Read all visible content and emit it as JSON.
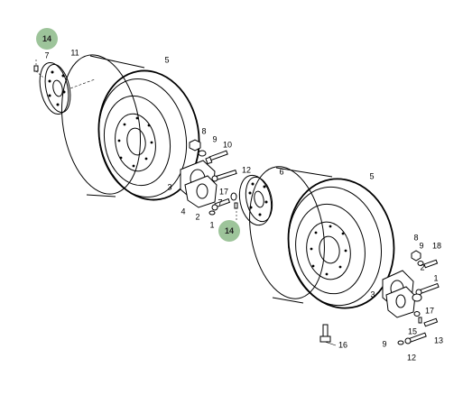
{
  "highlight_color": "#9dc49a",
  "callouts": {
    "top_left": "14",
    "middle": "14"
  },
  "labels": {
    "l7_top": "7",
    "l11": "11",
    "l5_top": "5",
    "l8_mid": "8",
    "l9_mid": "9",
    "l10": "10",
    "l12_mid": "12",
    "l6": "6",
    "l17_mid": "17",
    "l7_mid": "7",
    "l3_mid": "3",
    "l4": "4",
    "l2_mid": "2",
    "l1_mid": "1",
    "l5_right": "5",
    "l8_right": "8",
    "l9_right": "9",
    "l18": "18",
    "l1_right": "1",
    "l2_right": "2",
    "l3_right": "3",
    "l17_right": "17",
    "l13": "13",
    "l15": "15",
    "l9_bottom": "9",
    "l12_bottom": "12",
    "l16": "16"
  }
}
